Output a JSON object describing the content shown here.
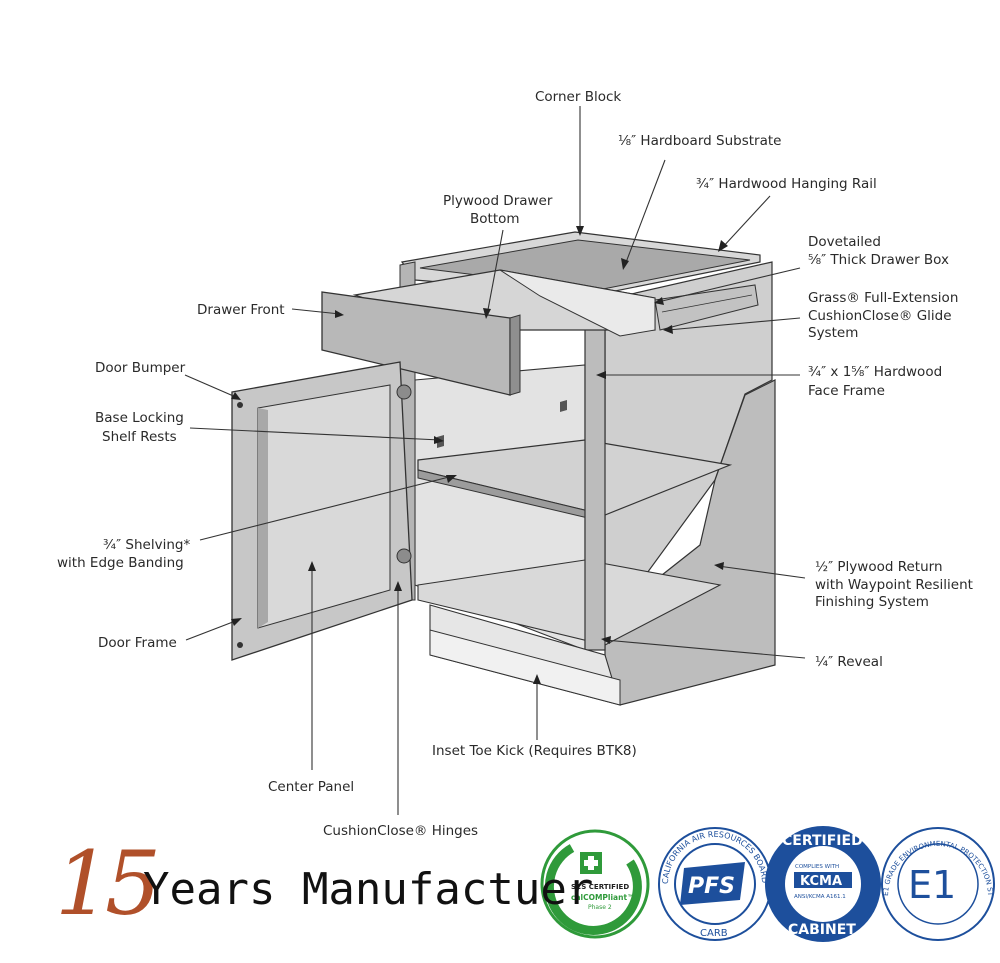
{
  "labels": {
    "corner_block": "Corner Block",
    "hardboard": "⅛″ Hardboard Substrate",
    "hanging_rail": "¾″ Hardwood Hanging Rail",
    "plywood_bottom_1": "Plywood Drawer",
    "plywood_bottom_2": "Bottom",
    "dovetailed_1": "Dovetailed",
    "dovetailed_2": "⅝″ Thick Drawer Box",
    "grass_1": "Grass® Full-Extension",
    "grass_2": "CushionClose® Glide",
    "grass_3": "System",
    "drawer_front": "Drawer Front",
    "face_frame_1": "¾″ x 1⅝″ Hardwood",
    "face_frame_2": "Face Frame",
    "door_bumper": "Door Bumper",
    "shelf_rests_1": "Base Locking",
    "shelf_rests_2": "Shelf Rests",
    "shelving_1": "¾″ Shelving*",
    "shelving_2": "with Edge Banding",
    "plywood_return_1": "½″ Plywood Return",
    "plywood_return_2": "with Waypoint Resilient",
    "plywood_return_3": "Finishing System",
    "door_frame": "Door Frame",
    "reveal": "¼″ Reveal",
    "toe_kick": "Inset Toe Kick (Requires BTK8)",
    "center_panel": "Center Panel",
    "hinges": "CushionClose® Hinges"
  },
  "banner": {
    "number": "15",
    "text": "Years Manufactuer"
  },
  "badges": {
    "scs_1": "SCS CERTIFIED",
    "scs_2": "calCOMPliant™",
    "scs_3": "Phase 2",
    "carb_ring": "CALIFORNIA AIR RESOURCES BOARD",
    "carb_center": "PFS",
    "carb_bottom": "CARB",
    "kcma_top": "CERTIFIED",
    "kcma_mid": "KCMA",
    "kcma_small": "COMPLIES WITH",
    "kcma_std": "ANSI/KCMA A161.1",
    "kcma_bottom": "CABINET",
    "e1_center": "E1",
    "e1_ring": "E1 GRADE ENVIRONMENTAL PROTECTION STANDARD"
  },
  "colors": {
    "outline": "#333333",
    "panel": "#c9c9c9",
    "panel_dark": "#a7a7a7",
    "number_color": "#b0502a",
    "scs_green": "#2f9a3a",
    "badge_blue": "#1d4f9c"
  }
}
